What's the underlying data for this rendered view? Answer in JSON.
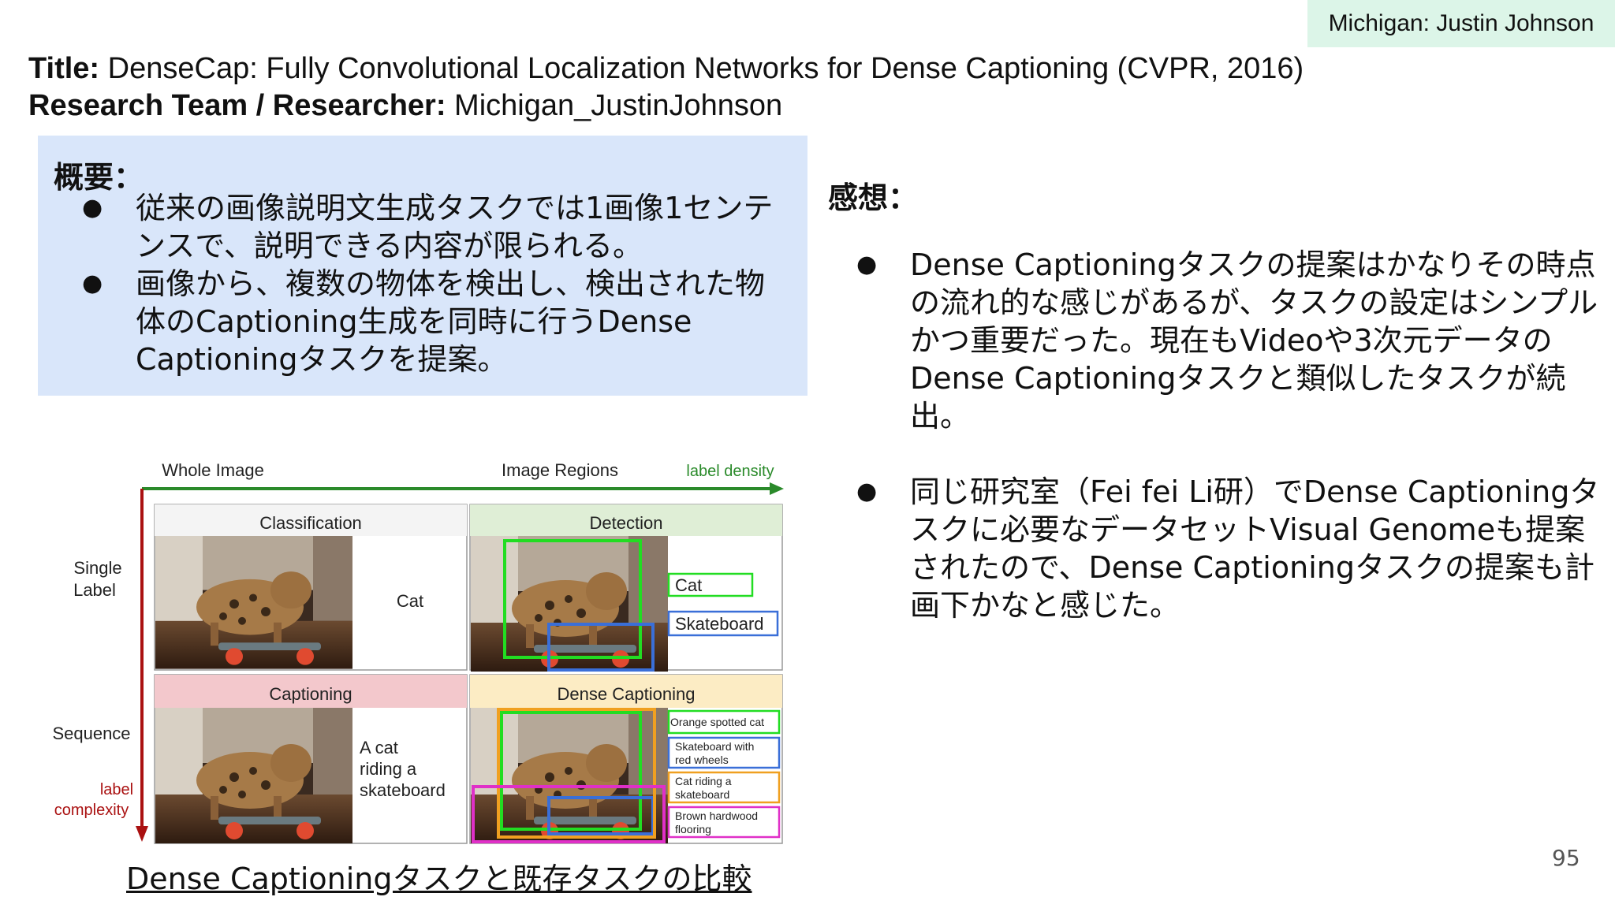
{
  "tag": "Michigan: Justin Johnson",
  "header": {
    "title_label": "Title:",
    "title_value": " DenseCap: Fully Convolutional Localization Networks for Dense Captioning (CVPR, 2016)",
    "team_label": "Research Team / Researcher:",
    "team_value": " Michigan_JustinJohnson"
  },
  "summary": {
    "heading": "概要：",
    "items": [
      "従来の画像説明文生成タスクでは1画像1センテンスで、説明できる内容が限られる。",
      "画像から、複数の物体を検出し、検出された物体のCaptioning生成を同時に行うDense Captioningタスクを提案。"
    ]
  },
  "thoughts": {
    "heading": "感想：",
    "items": [
      "Dense Captioningタスクの提案はかなりその時点の流れ的な感じがあるが、タスクの設定はシンプルかつ重要だった。現在もVideoや3次元データのDense Captioningタスクと類似したタスクが続出。",
      "同じ研究室（Fei fei Li研）でDense Captioningタスクに必要なデータセットVisual Genomeも提案されたので、Dense Captioningタスクの提案も計画下かなと感じた。"
    ]
  },
  "figure": {
    "top_left": "Whole Image",
    "top_right": "Image Regions",
    "density": "label density",
    "single_label_1": "Single",
    "single_label_2": "Label",
    "sequence": "Sequence",
    "complexity_1": "label",
    "complexity_2": "complexity",
    "classification": "Classification",
    "detection": "Detection",
    "captioning": "Captioning",
    "dense_captioning": "Dense Captioning",
    "class_label": "Cat",
    "det_cat": "Cat",
    "det_skateboard": "Skateboard",
    "cap_1": "A cat",
    "cap_2": "riding a",
    "cap_3": "skateboard",
    "dense_1": "Orange spotted cat",
    "dense_2a": "Skateboard with",
    "dense_2b": "red wheels",
    "dense_3a": "Cat riding a",
    "dense_3b": "skateboard",
    "dense_4a": "Brown hardwood",
    "dense_4b": "flooring",
    "colors": {
      "green": "#22dd22",
      "blue": "#3a6fd8",
      "orange": "#f0a020",
      "magenta": "#e030c8",
      "arrow_green": "#2a8a2a",
      "arrow_red": "#aa1111"
    }
  },
  "caption": "Dense Captioningタスクと既存タスクの比較",
  "page_number": "95"
}
